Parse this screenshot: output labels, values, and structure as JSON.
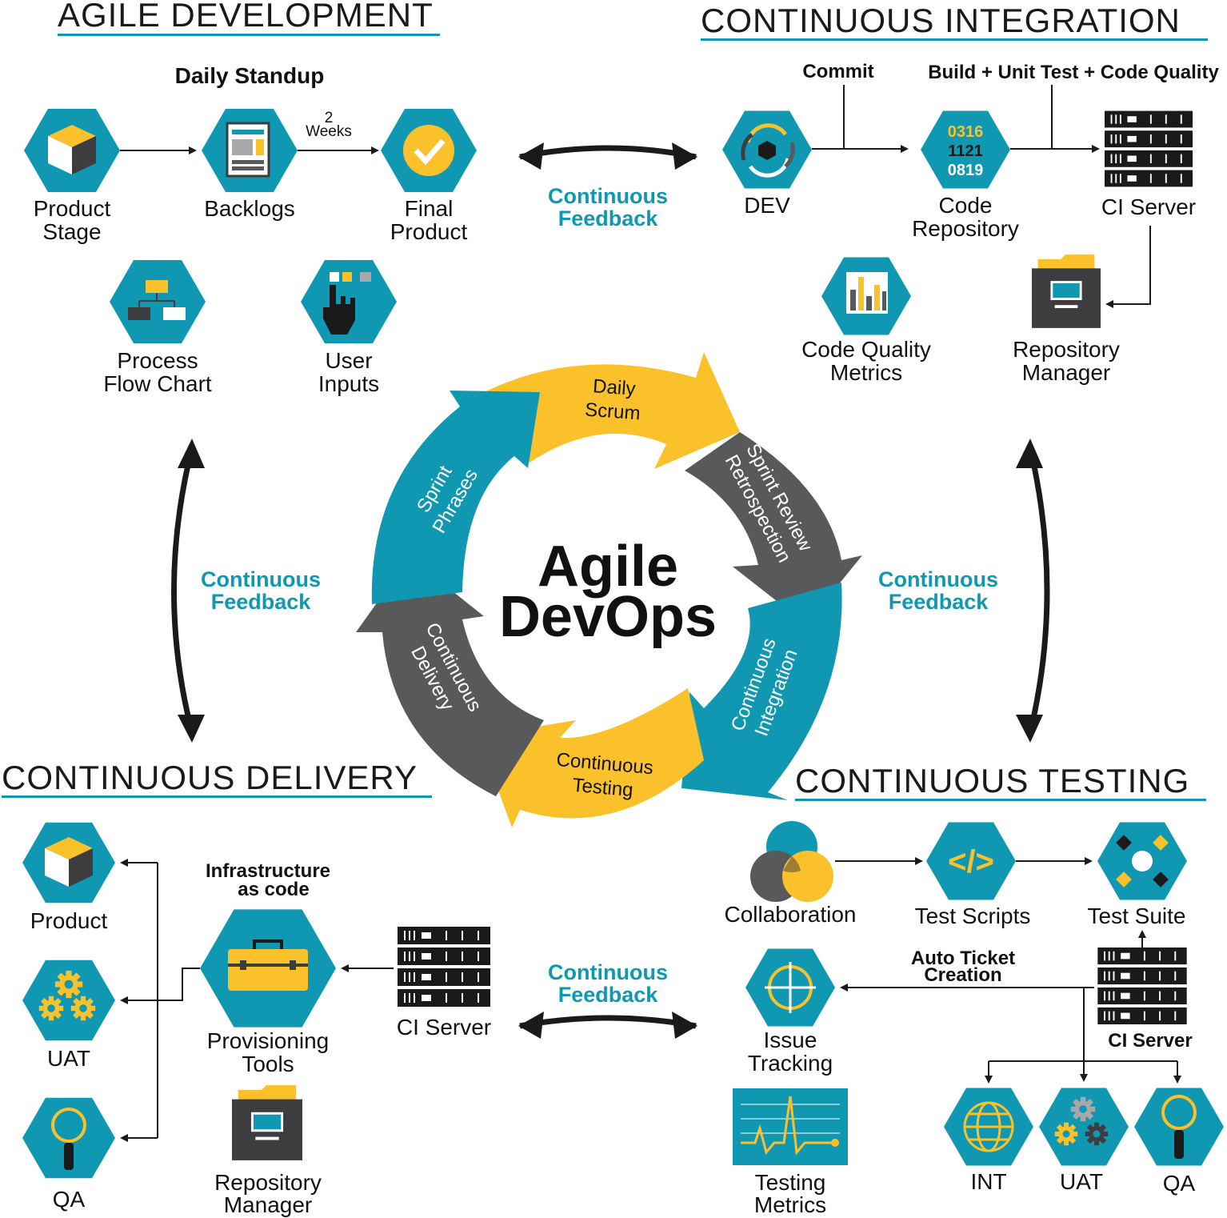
{
  "center": {
    "line1": "Agile",
    "line2": "DevOps"
  },
  "ring": {
    "daily_scrum": [
      "Daily",
      "Scrum"
    ],
    "sprint_review": [
      "Sprint Review",
      "Retrospection"
    ],
    "continuous_integration": [
      "Continuous",
      "Integration"
    ],
    "continuous_testing": [
      "Continuous",
      "Testing"
    ],
    "continuous_delivery": [
      "Continuous",
      "Delivery"
    ],
    "sprint_phrases": [
      "Sprint",
      "Phrases"
    ]
  },
  "feedback": [
    "Continuous",
    "Feedback"
  ],
  "agile": {
    "title": "AGILE DEVELOPMENT",
    "subtitle": "Daily Standup",
    "weeks": [
      "2",
      "Weeks"
    ],
    "product_stage": [
      "Product",
      "Stage"
    ],
    "backlogs": "Backlogs",
    "final_product": [
      "Final",
      "Product"
    ],
    "process_flow": [
      "Process",
      "Flow Chart"
    ],
    "user_inputs": [
      "User",
      "Inputs"
    ]
  },
  "ci": {
    "title": "CONTINUOUS INTEGRATION",
    "commit": "Commit",
    "build": "Build + Unit Test + Code Quality",
    "dev": "DEV",
    "code_numbers": [
      "0316",
      "1121",
      "0819"
    ],
    "code_repo": [
      "Code",
      "Repository"
    ],
    "ci_server": "CI Server",
    "code_quality": [
      "Code Quality",
      "Metrics"
    ],
    "repo_manager": [
      "Repository",
      "Manager"
    ]
  },
  "cd": {
    "title": "CONTINUOUS DELIVERY",
    "product": "Product",
    "uat": "UAT",
    "qa": "QA",
    "iac": [
      "Infrastructure",
      "as code"
    ],
    "provisioning": [
      "Provisioning",
      "Tools"
    ],
    "ci_server": "CI Server",
    "repo_manager": [
      "Repository",
      "Manager"
    ]
  },
  "ct": {
    "title": "CONTINUOUS TESTING",
    "collaboration": "Collaboration",
    "test_scripts": "Test Scripts",
    "test_suite": "Test Suite",
    "auto_ticket": [
      "Auto Ticket",
      "Creation"
    ],
    "issue_tracking": [
      "Issue",
      "Tracking"
    ],
    "ci_server": "CI Server",
    "testing_metrics": [
      "Testing",
      "Metrics"
    ],
    "int": "INT",
    "uat": "UAT",
    "qa": "QA"
  },
  "colors": {
    "teal": "#1098b2",
    "yellow": "#fbc12b",
    "gray": "#58595b",
    "dark": "#1a1a1a"
  }
}
